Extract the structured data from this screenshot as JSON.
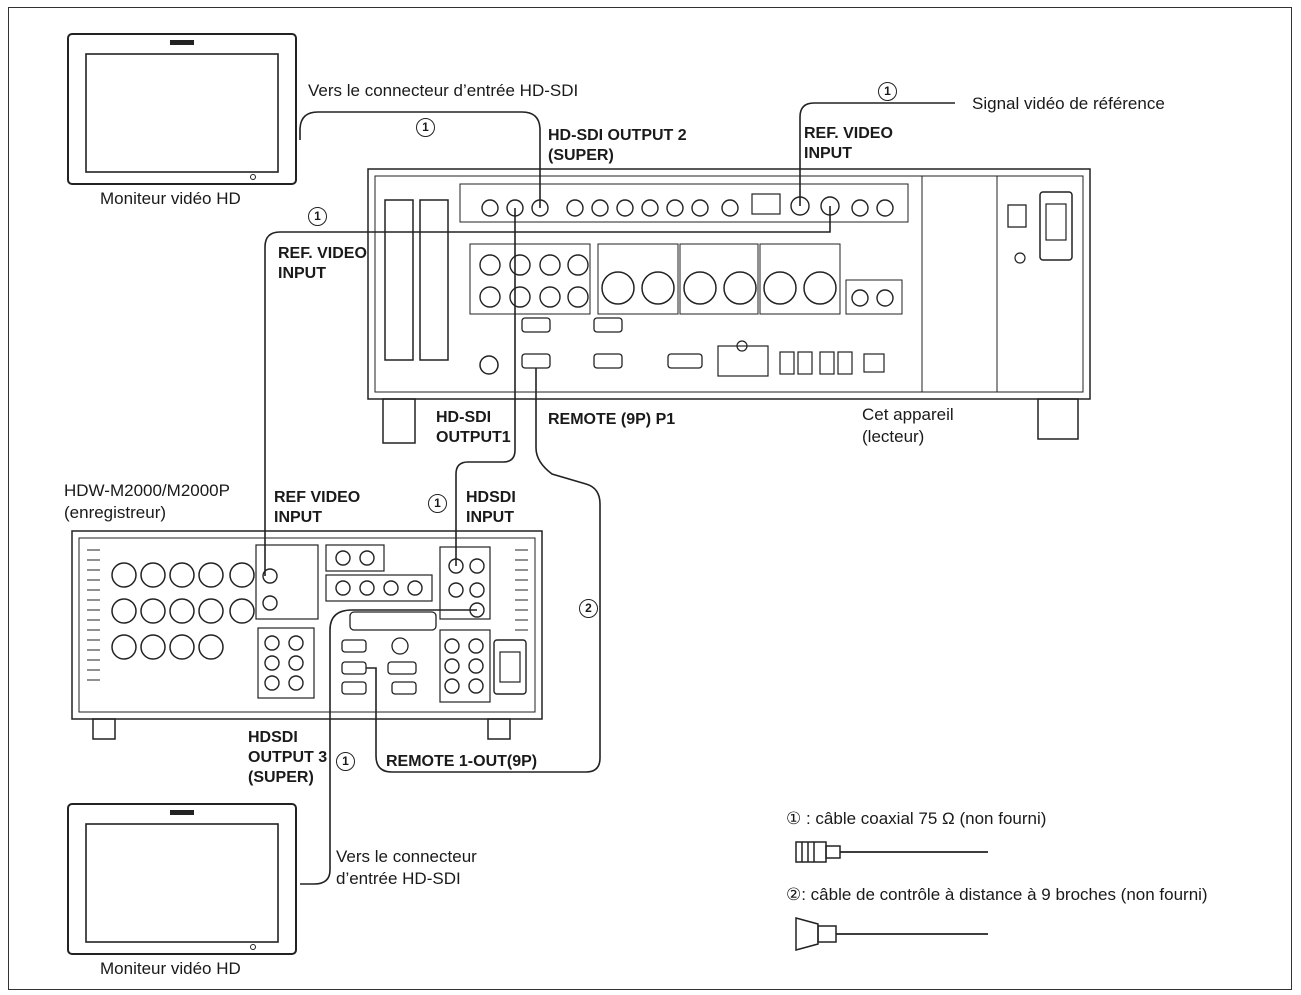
{
  "monitor_top": {
    "caption": "Moniteur vidéo HD",
    "connector_note": "Vers le connecteur d’entrée HD-SDI"
  },
  "monitor_bottom": {
    "caption": "Moniteur vidéo HD",
    "connector_note_line1": "Vers le connecteur",
    "connector_note_line2": "d’entrée HD-SDI"
  },
  "reference_signal": {
    "label": "Signal vidéo de référence"
  },
  "player": {
    "label_line1": "Cet appareil",
    "label_line2": "(lecteur)",
    "hd_sdi_output2_line1": "HD-SDI OUTPUT 2",
    "hd_sdi_output2_line2": "(SUPER)",
    "ref_video_input_line1": "REF. VIDEO",
    "ref_video_input_line2": "INPUT",
    "hd_sdi_output1_line1": "HD-SDI",
    "hd_sdi_output1_line2": "OUTPUT1",
    "remote_port": "REMOTE (9P) P1"
  },
  "recorder": {
    "label_line1": "HDW-M2000/M2000P",
    "label_line2": "(enregistreur)",
    "ref_video_input_line1": "REF. VIDEO",
    "ref_video_input_line2": "INPUT",
    "ref_video_input_short_line1": "REF VIDEO",
    "ref_video_input_short_line2": "INPUT",
    "hdsdi_input_line1": "HDSDI",
    "hdsdi_input_line2": "INPUT",
    "hdsdi_output3_line1": "HDSDI",
    "hdsdi_output3_line2": "OUTPUT 3",
    "hdsdi_output3_line3": "(SUPER)",
    "remote_port": "REMOTE 1-OUT(9P)"
  },
  "markers": {
    "coax": "1",
    "remote": "2"
  },
  "legend": {
    "coax": "① : câble coaxial 75 Ω (non fourni)",
    "remote": "②: câble de contrôle à distance à 9 broches (non fourni)"
  }
}
